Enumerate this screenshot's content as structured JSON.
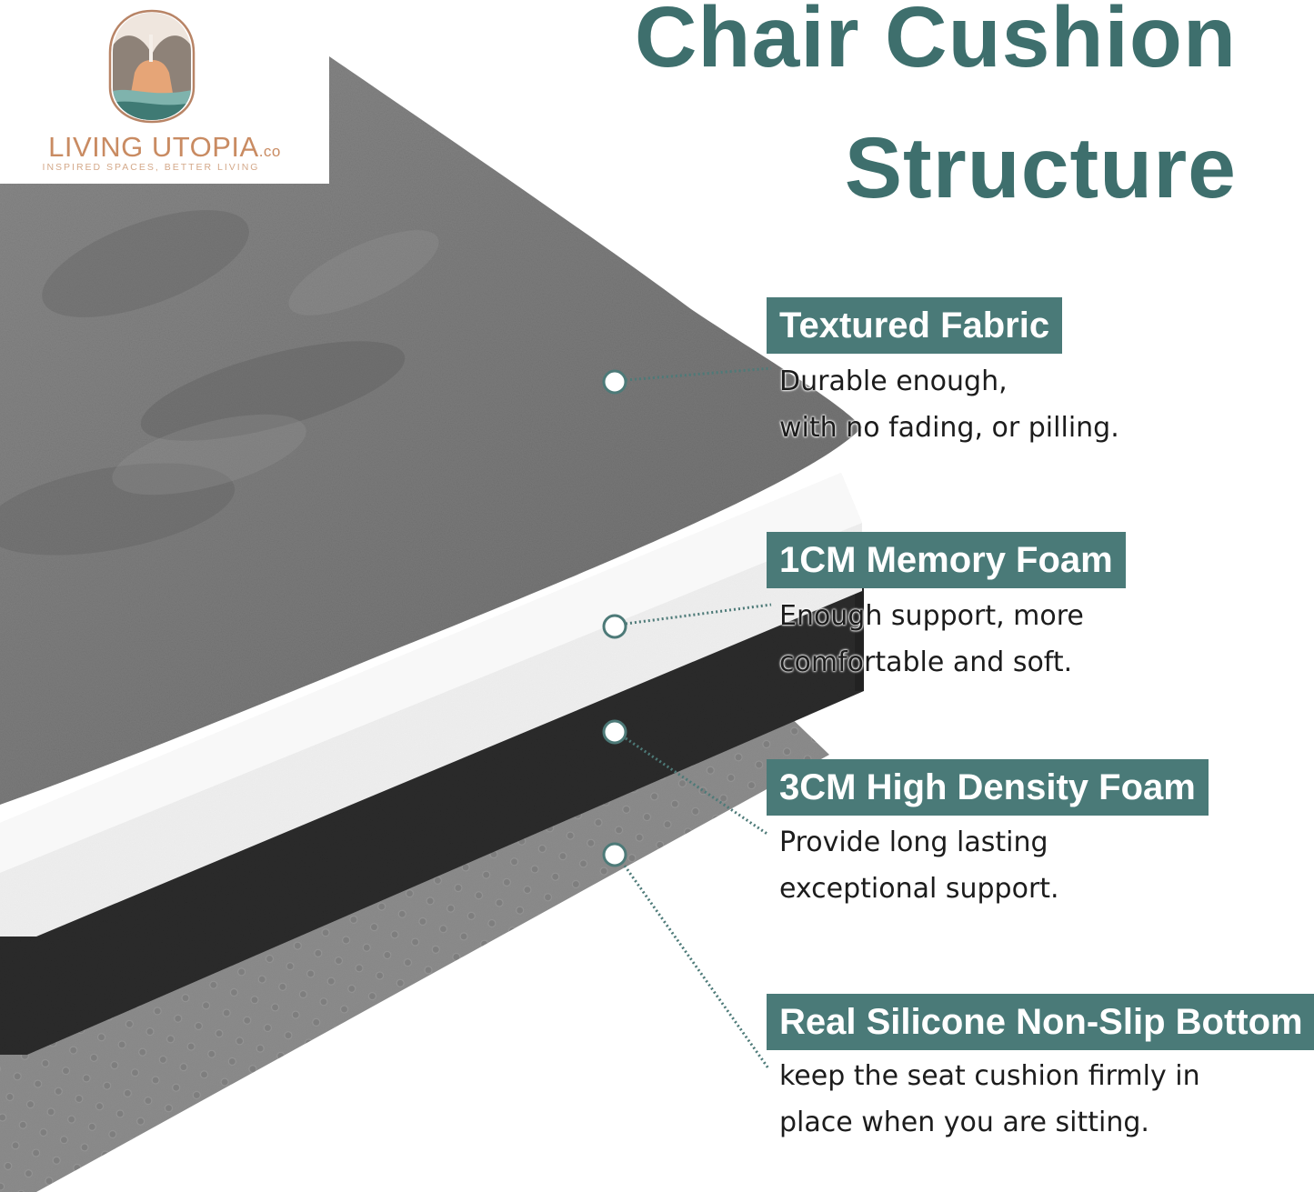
{
  "brand": {
    "name": "LIVING UTOPIA",
    "suffix": ".co",
    "tagline": "INSPIRED SPACES, BETTER LIVING"
  },
  "title": {
    "line1": "Chair Cushion",
    "line2": "Structure"
  },
  "layers": [
    {
      "label": "Textured Fabric",
      "lines": [
        "Durable enough,",
        "with no fading, or pilling."
      ]
    },
    {
      "label": "1CM Memory Foam",
      "lines": [
        "Enough support, more",
        "comfortable and soft."
      ]
    },
    {
      "label": "3CM High Density Foam",
      "lines": [
        "Provide long lasting",
        "exceptional support."
      ]
    },
    {
      "label": "Real Silicone Non-Slip Bottom",
      "lines": [
        "keep the seat cushion firmly in",
        "place when you are sitting."
      ]
    }
  ],
  "colors": {
    "accent_teal": "#4a7a78",
    "title_teal": "#3e6f6d",
    "logo_copper": "#c98b62",
    "fabric_gray": "#7a7a7a",
    "memory_foam": "#f2f2f2",
    "dense_foam": "#2b2b2b",
    "bottom_gray": "#8c8c8c"
  },
  "icons": [
    "logo-emblem-icon",
    "callout-dot-icon"
  ]
}
